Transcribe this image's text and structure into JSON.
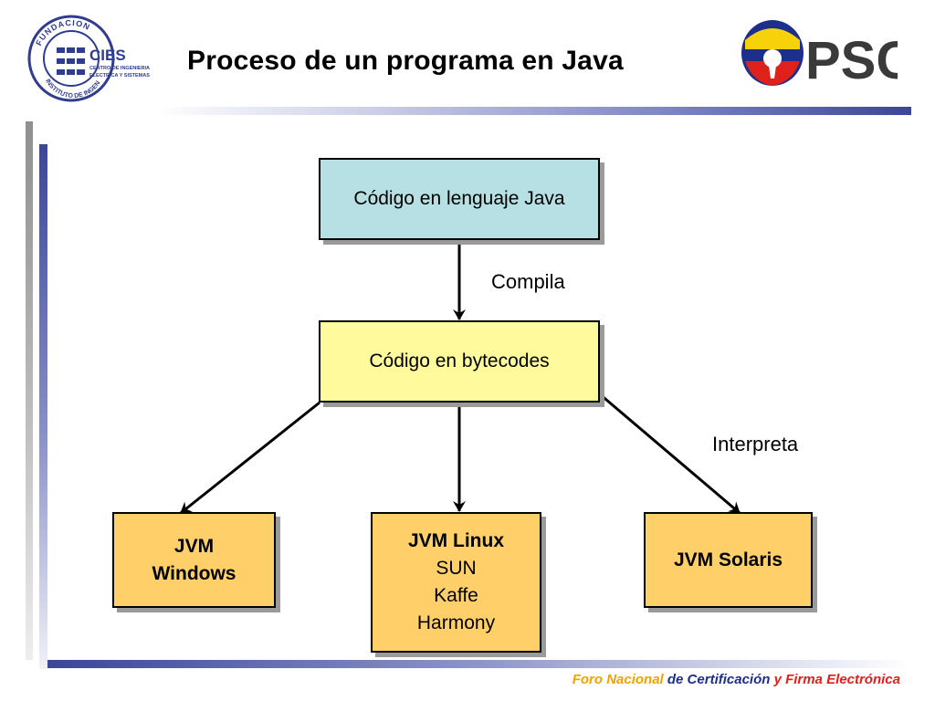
{
  "header": {
    "title": "Proceso de un programa en Java",
    "logo_left": {
      "ring_top": "FUNDACION",
      "ring_bottom": "INSTITUTO DE INGENIERIA",
      "acronym": "CIES",
      "subtitle_1": "CENTRO DE INGENIERIA",
      "subtitle_2": "ELECTRICA Y SISTEMAS"
    },
    "logo_right": {
      "text": "PSC"
    }
  },
  "diagram": {
    "nodes": {
      "java_source": "Código en lenguaje Java",
      "bytecode": "Código en bytecodes",
      "jvm_windows": [
        "JVM",
        "Windows"
      ],
      "jvm_linux": {
        "title": "JVM Linux",
        "lines": [
          "SUN",
          "Kaffe",
          "Harmony"
        ]
      },
      "jvm_solaris": "JVM Solaris"
    },
    "edge_labels": {
      "compile": "Compila",
      "interpret": "Interpreta"
    }
  },
  "footer": {
    "part1": "Foro Nacional",
    "part2": " de Certificación ",
    "part3": "y",
    "part4": " Firma Electrónica"
  },
  "colors": {
    "java_box": "#b7e0e4",
    "bytecode_box": "#fffb9c",
    "jvm_box": "#ffcf6a",
    "accent_blue": "#3b4699"
  }
}
